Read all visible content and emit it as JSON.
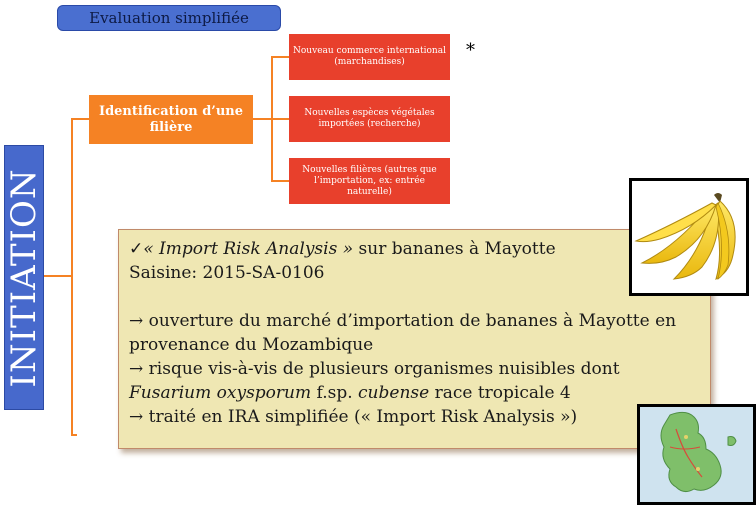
{
  "badge": {
    "label": "Evaluation simplifiée"
  },
  "initiation": {
    "label": "INITIATION"
  },
  "identification": {
    "label": "Identification d’une filière"
  },
  "categories": [
    {
      "label": "Nouveau commerce international (marchandises)"
    },
    {
      "label": "Nouvelles espèces végétales importées (recherche)"
    },
    {
      "label": "Nouvelles filières (autres que l’importation, ex: entrée naturelle)"
    }
  ],
  "asterisk": "*",
  "info": {
    "check_mark": "✓",
    "line1_italic": "« Import Risk Analysis »",
    "line1_rest": " sur bananes à Mayotte",
    "line2": "Saisine: 2015-SA-0106",
    "arrow": "→",
    "bullet1": " ouverture du marché d’importation de bananes à Mayotte en provenance du Mozambique",
    "bullet2": " risque vis-à-vis de plusieurs organismes nuisibles dont ",
    "bullet2_species_genus": "Fusarium oxysporum",
    "bullet2_mid": " f.sp. ",
    "bullet2_forma": "cubense",
    "bullet2_end": " race tropicale 4",
    "bullet3": " traité en IRA simplifiée (« Import Risk Analysis »)"
  },
  "colors": {
    "blue": "#4769cc",
    "orange": "#f58224",
    "red": "#e8402c",
    "info_bg": "#efe7b3"
  },
  "images": {
    "bananas": "bananas-photo",
    "map": "mayotte-map"
  }
}
